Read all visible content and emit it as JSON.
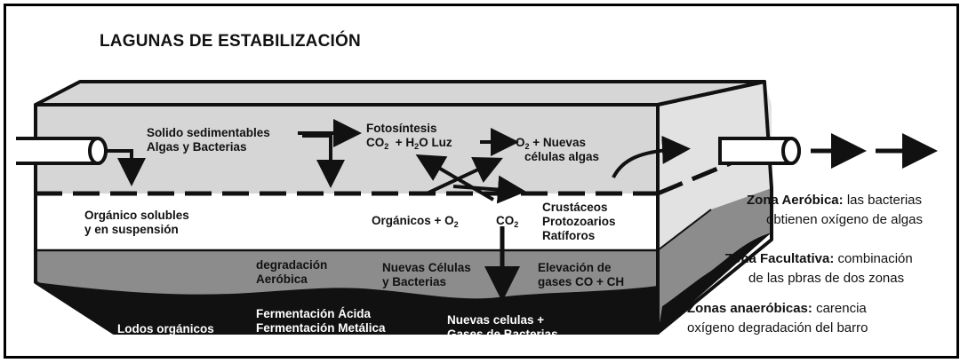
{
  "title": "LAGUNAS DE ESTABILIZACIÓN",
  "labels": {
    "solids_l1": "Solido sedimentables",
    "solids_l2": "Algas y Bacterias",
    "photo_l1": "Fotosíntesis",
    "co2": "CO",
    "h2o_h": "+ H",
    "h2o_o": "O Luz",
    "o2": "O",
    "nuevas": "+ Nuevas",
    "celulas_algas": "células algas",
    "organico_l1": "Orgánico solubles",
    "organico_l2": "y en suspensión",
    "organicos": "Orgánicos + O",
    "co2_b": "CO",
    "two": "2",
    "crust_l1": "Crustáceos",
    "crust_l2": "Protozoarios",
    "crust_l3": "Ratíforos",
    "degr_l1": "degradación",
    "degr_l2": "Aeróbica",
    "nuevas_cel_l1": "Nuevas Células",
    "nuevas_cel_l2": "y Bacterias",
    "elev_l1": "Elevación de",
    "elev_l2": "gases CO + CH",
    "lodos": "Lodos orgánicos",
    "ferm_l1": "Fermentación Ácida",
    "ferm_l2": "Fermentación Metálica",
    "nuevas_gas_l1": "Nuevas celulas +",
    "nuevas_gas_l2": "Gases de Bacterias"
  },
  "zones": {
    "aerobic_name": "Zona Aeróbica:",
    "aerobic_desc_l1": "las bacterias",
    "aerobic_desc_l2": "obtienen oxígeno de algas",
    "facult_name": "Zona Facultativa:",
    "facult_desc_l1": "combinación",
    "facult_desc_l2": "de las pbras de dos zonas",
    "anaer_name": "Zonas anaeróbicas:",
    "anaer_desc_l1": "carencia",
    "anaer_desc_l2": "oxígeno degradación del barro"
  },
  "colors": {
    "aerobic_layer": "#d6d6d6",
    "middle_layer": "#ffffff",
    "facultative_layer": "#8c8c8c",
    "anaerobic_layer": "#111111",
    "right_face": "#e2e2e2"
  }
}
